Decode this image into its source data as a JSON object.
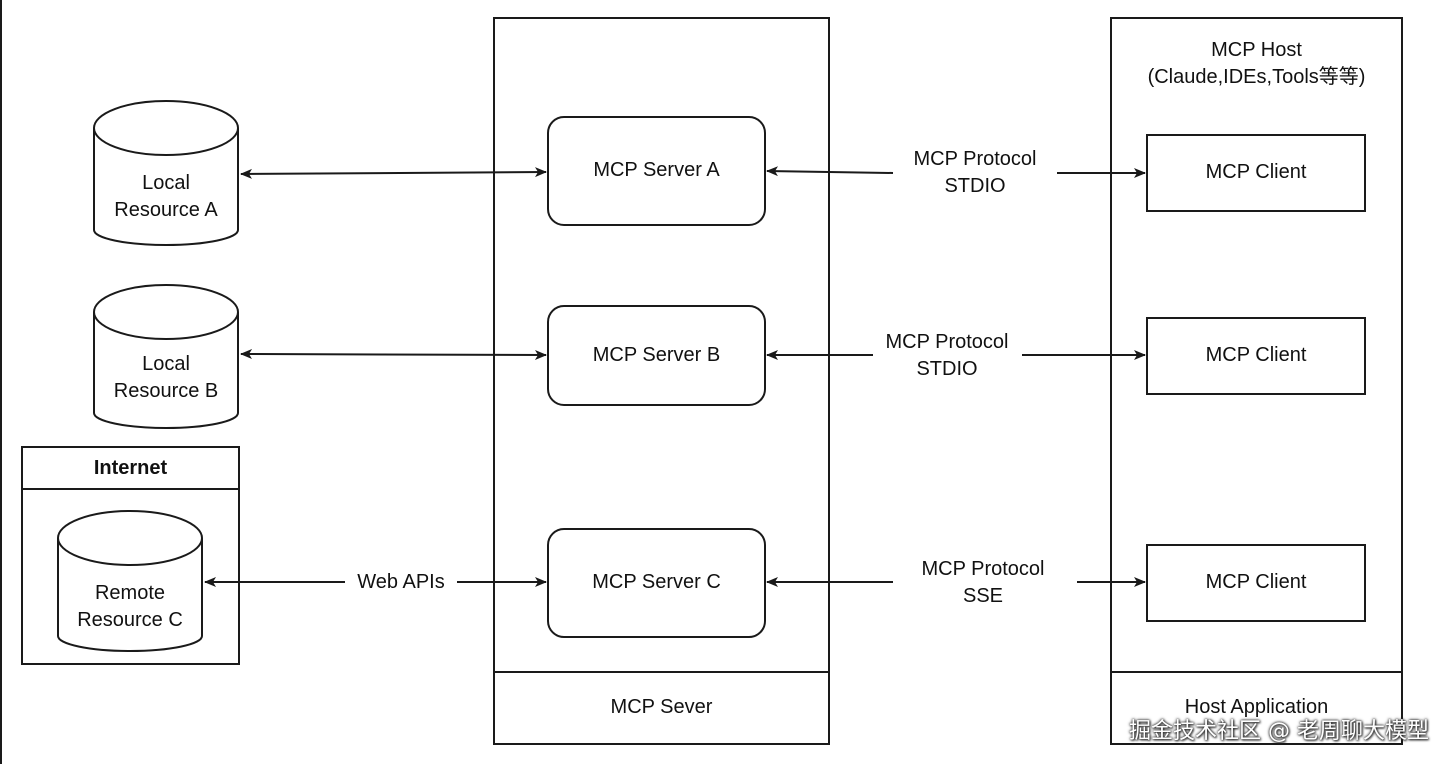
{
  "resources": {
    "local_a": {
      "line1": "Local",
      "line2": "Resource A"
    },
    "local_b": {
      "line1": "Local",
      "line2": "Resource B"
    },
    "internet_title": "Internet",
    "remote_c": {
      "line1": "Remote",
      "line2": "Resource C"
    }
  },
  "server_column": {
    "footer": "MCP Sever",
    "server_a": "MCP Server A",
    "server_b": "MCP Server B",
    "server_c": "MCP Server C"
  },
  "host_column": {
    "title_line1": "MCP Host",
    "title_line2": "(Claude,IDEs,Tools等等)",
    "footer": "Host Application",
    "client_a": "MCP Client",
    "client_b": "MCP Client",
    "client_c": "MCP Client"
  },
  "connections": {
    "web_apis": "Web APIs",
    "protocol_a": {
      "line1": "MCP Protocol",
      "line2": "STDIO"
    },
    "protocol_b": {
      "line1": "MCP Protocol",
      "line2": "STDIO"
    },
    "protocol_c": {
      "line1": "MCP Protocol",
      "line2": "SSE"
    }
  },
  "watermark": "掘金技术社区 @ 老周聊大模型",
  "colors": {
    "stroke": "#1a1a1a",
    "background": "#ffffff"
  }
}
